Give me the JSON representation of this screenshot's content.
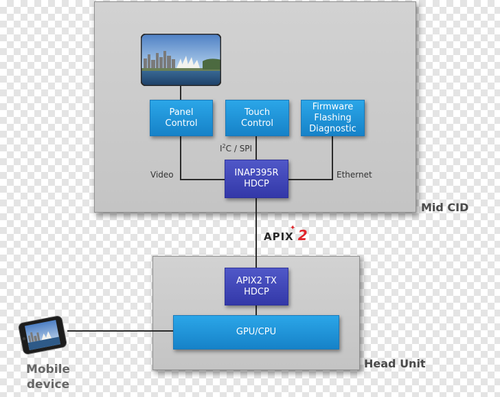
{
  "areas": {
    "mid_cid": "Mid CID",
    "head_unit": "Head Unit"
  },
  "blocks": {
    "panel_control": "Panel\nControl",
    "touch_control": "Touch\nControl",
    "firmware": "Firmware\nFlashing\nDiagnostic",
    "inap": "INAP395R\nHDCP",
    "apix_tx": "APIX2 TX\nHDCP",
    "gpu": "GPU/CPU"
  },
  "links": {
    "video": "Video",
    "i2c_base": "I",
    "i2c_sup": "2",
    "i2c_rest": "C / SPI",
    "ethernet": "Ethernet"
  },
  "logo": {
    "word": "APIX",
    "number": "2"
  },
  "mobile": {
    "line1": "Mobile",
    "line2": "device"
  },
  "colors": {
    "cyan_block": "#1a8ad6",
    "indigo_block": "#3a40b4",
    "logo_red": "#e0252b"
  }
}
